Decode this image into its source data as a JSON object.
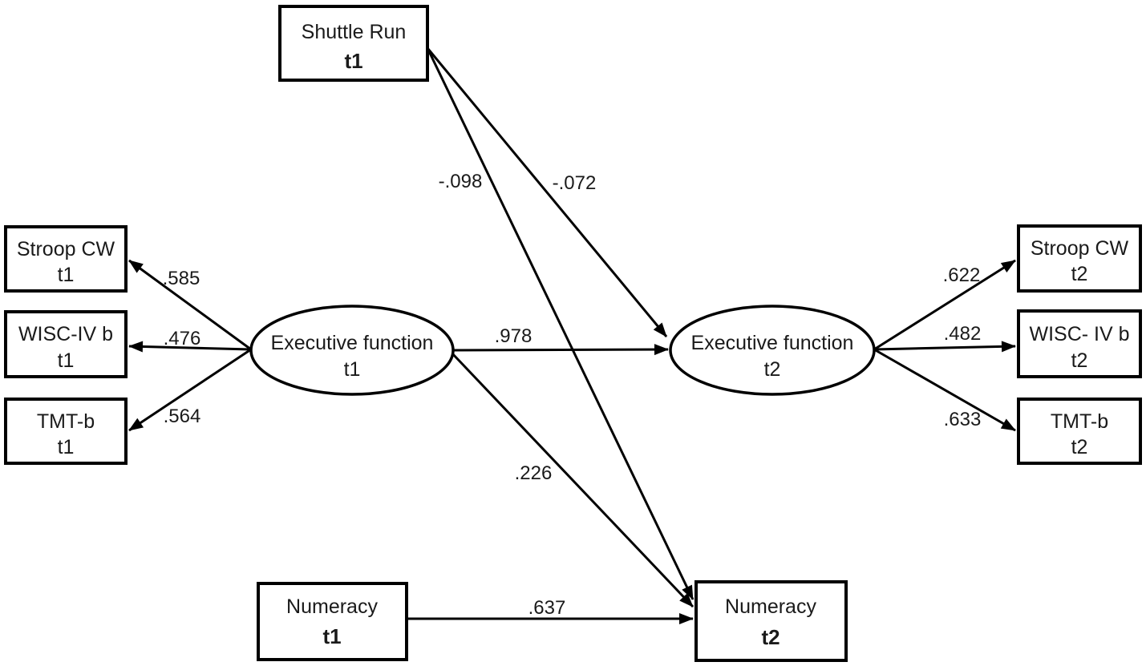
{
  "figure": {
    "background_color": "#ffffff",
    "line_color": "#000000",
    "text_color": "#1a1a1a"
  },
  "diagram": {
    "type": "structural-equation-model",
    "nodes": {
      "shuttle_run_t1": {
        "shape": "rect",
        "line1": "Shuttle Run",
        "line2": "t1"
      },
      "stroop_cw_t1": {
        "shape": "rect",
        "line1": "Stroop CW",
        "line2": "t1"
      },
      "wisc_iv_b_t1": {
        "shape": "rect",
        "line1": "WISC-IV b",
        "line2": "t1"
      },
      "tmt_b_t1": {
        "shape": "rect",
        "line1": "TMT-b",
        "line2": "t1"
      },
      "executive_function_t1": {
        "shape": "ellipse",
        "line1": "Executive function",
        "line2": "t1"
      },
      "executive_function_t2": {
        "shape": "ellipse",
        "line1": "Executive function",
        "line2": "t2"
      },
      "stroop_cw_t2": {
        "shape": "rect",
        "line1": "Stroop CW",
        "line2": "t2"
      },
      "wisc_iv_b_t2": {
        "shape": "rect",
        "line1": "WISC- IV b",
        "line2": "t2"
      },
      "tmt_b_t2": {
        "shape": "rect",
        "line1": "TMT-b",
        "line2": "t2"
      },
      "numeracy_t1": {
        "shape": "rect",
        "line1": "Numeracy",
        "line2": "t1"
      },
      "numeracy_t2": {
        "shape": "rect",
        "line1": "Numeracy",
        "line2": "t2"
      }
    },
    "edges": [
      {
        "from": "executive_function_t1",
        "to": "stroop_cw_t1",
        "label": ".585"
      },
      {
        "from": "executive_function_t1",
        "to": "wisc_iv_b_t1",
        "label": ".476"
      },
      {
        "from": "executive_function_t1",
        "to": "tmt_b_t1",
        "label": ".564"
      },
      {
        "from": "executive_function_t2",
        "to": "stroop_cw_t2",
        "label": ".622"
      },
      {
        "from": "executive_function_t2",
        "to": "wisc_iv_b_t2",
        "label": ".482"
      },
      {
        "from": "executive_function_t2",
        "to": "tmt_b_t2",
        "label": ".633"
      },
      {
        "from": "executive_function_t1",
        "to": "executive_function_t2",
        "label": ".978"
      },
      {
        "from": "shuttle_run_t1",
        "to": "executive_function_t2",
        "label": "-.072"
      },
      {
        "from": "shuttle_run_t1",
        "to": "numeracy_t2",
        "label": "-.098"
      },
      {
        "from": "executive_function_t1",
        "to": "numeracy_t2",
        "label": ".226"
      },
      {
        "from": "numeracy_t1",
        "to": "numeracy_t2",
        "label": ".637"
      }
    ]
  }
}
